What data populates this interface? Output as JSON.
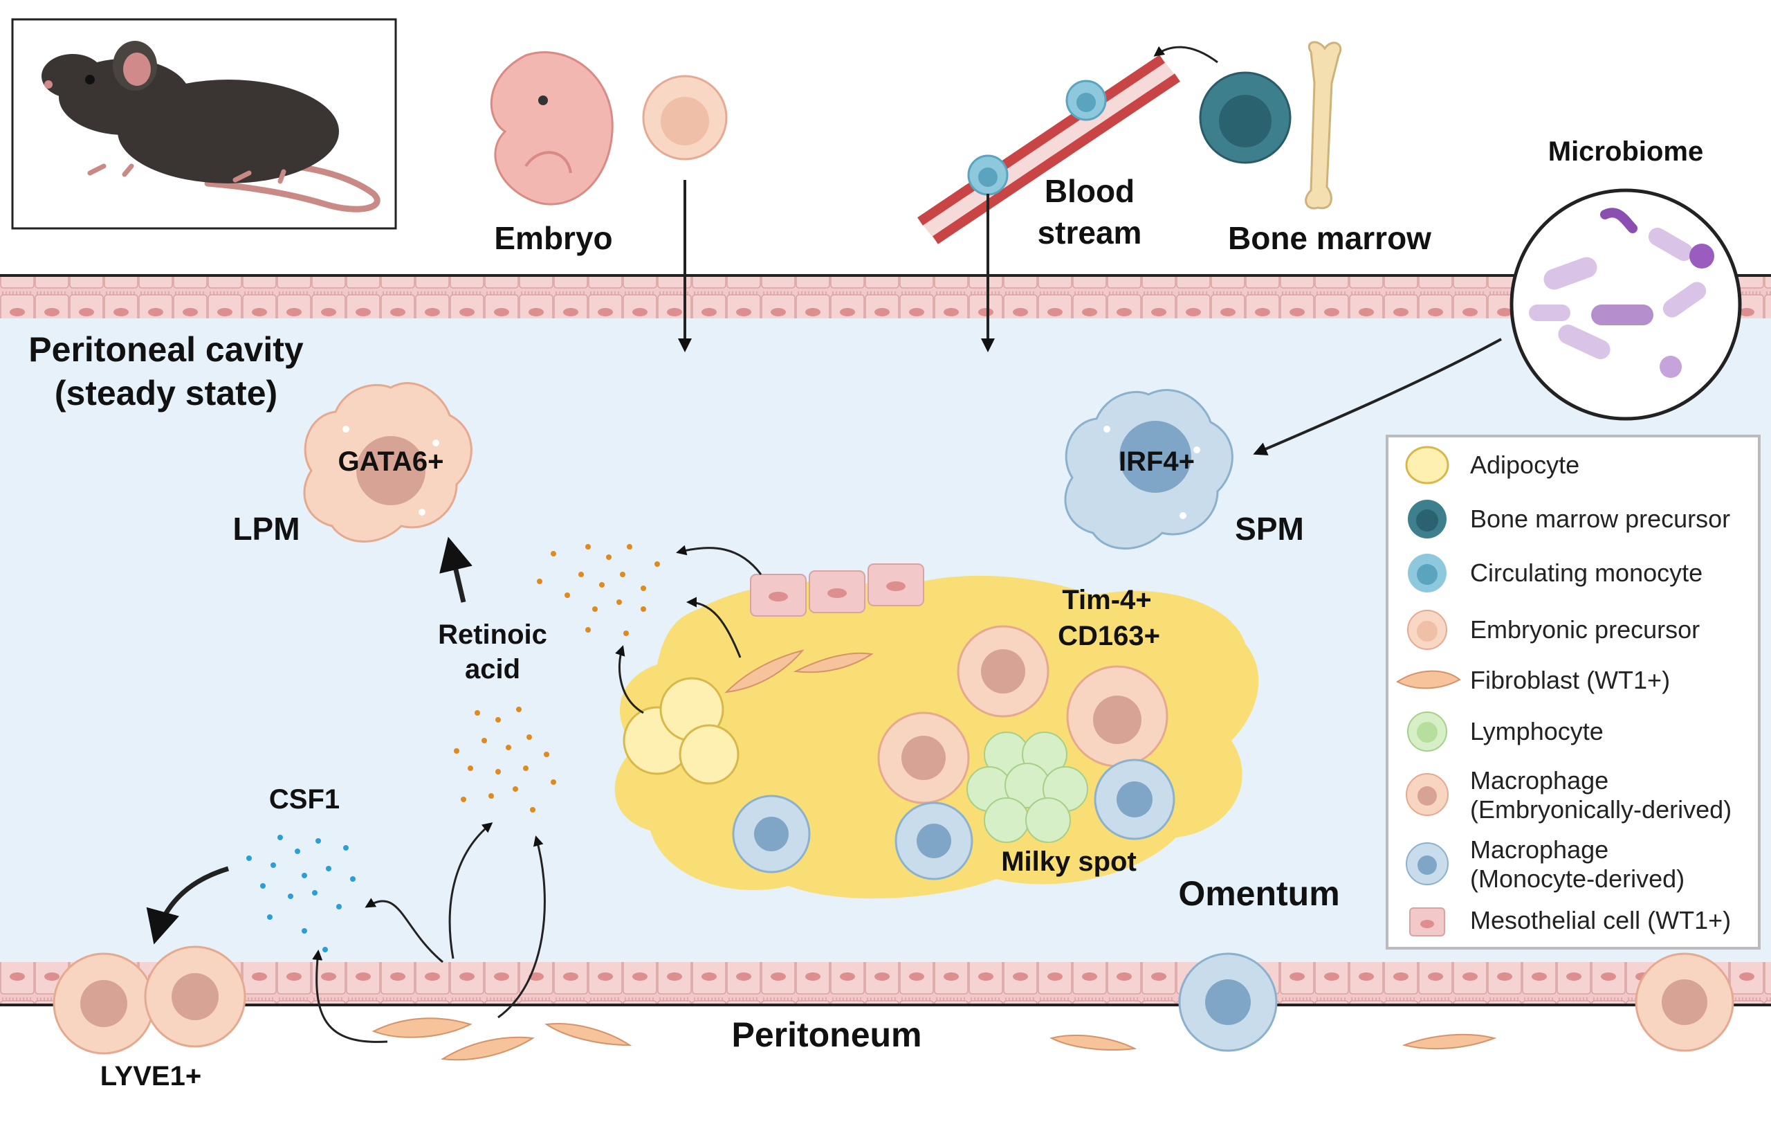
{
  "labels": {
    "embryo": "Embryo",
    "blood_stream_1": "Blood",
    "blood_stream_2": "stream",
    "bone_marrow": "Bone marrow",
    "microbiome": "Microbiome",
    "cavity_1": "Peritoneal cavity",
    "cavity_2": "(steady state)",
    "gata6": "GATA6+",
    "lpm": "LPM",
    "irf4": "IRF4+",
    "spm": "SPM",
    "retinoic_1": "Retinoic",
    "retinoic_2": "acid",
    "tim4": "Tim-4+",
    "cd163": "CD163+",
    "csf1": "CSF1",
    "milky_spot": "Milky spot",
    "omentum": "Omentum",
    "peritoneum": "Peritoneum",
    "lyve1": "LYVE1+"
  },
  "legend": [
    {
      "label": "Adipocyte",
      "icon": "adipocyte-icon"
    },
    {
      "label": "Bone marrow precursor",
      "icon": "bone-marrow-precursor-icon"
    },
    {
      "label": "Circulating monocyte",
      "icon": "circulating-monocyte-icon"
    },
    {
      "label": "Embryonic precursor",
      "icon": "embryonic-precursor-icon"
    },
    {
      "label": "Fibroblast (WT1+)",
      "icon": "fibroblast-icon"
    },
    {
      "label": "Lymphocyte",
      "icon": "lymphocyte-icon"
    },
    {
      "label": "Macrophage",
      "label2": "(Embryonically-derived)",
      "icon": "embryonic-macrophage-icon"
    },
    {
      "label": "Macrophage",
      "label2": "(Monocyte-derived)",
      "icon": "monocyte-macrophage-icon"
    },
    {
      "label": "Mesothelial cell (WT1+)",
      "icon": "mesothelial-cell-icon"
    }
  ],
  "colors": {
    "cavity": "#e6f1f9",
    "mesothelium": "#f2c8c8",
    "omentum": "#f8de74",
    "embryonic_macrophage": "#f6cdb4",
    "monocyte_macrophage": "#c6dcec",
    "bone_marrow_precursor": "#3e7f8e",
    "circulating_monocyte": "#7cc0d6",
    "retinoic_acid": "#e08a1e",
    "csf1": "#2a9fd6"
  }
}
